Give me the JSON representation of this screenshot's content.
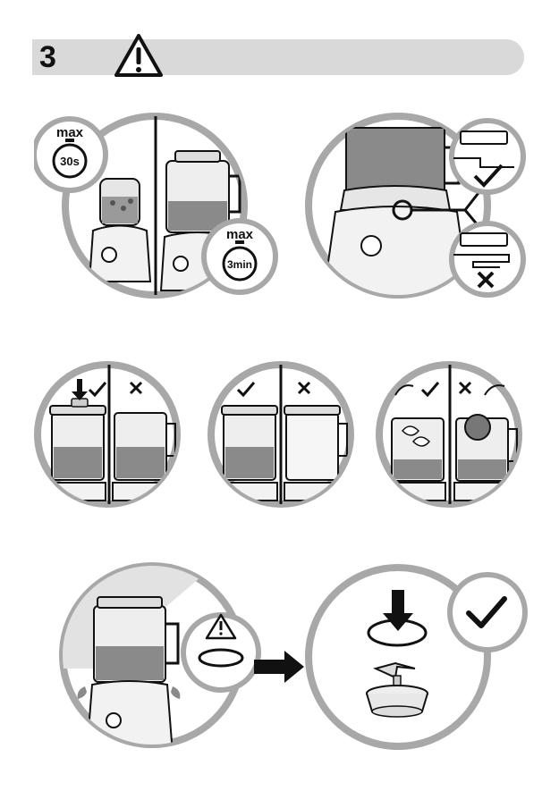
{
  "header": {
    "step_number": "3",
    "warning_icon": "warning-triangle-icon",
    "background_color": "#d9d9d9"
  },
  "timers": {
    "small": {
      "label": "max",
      "value": "30s"
    },
    "large": {
      "label": "max",
      "value": "3min"
    }
  },
  "icons": {
    "check": "check-icon",
    "cross": "cross-icon",
    "arrow": "arrow-right-icon",
    "warning": "warning-triangle-icon"
  },
  "colors": {
    "liquid": "#8a8a8a",
    "jar": "#e6e6e6",
    "circle": "#a8a8a8",
    "ink": "#111111"
  }
}
